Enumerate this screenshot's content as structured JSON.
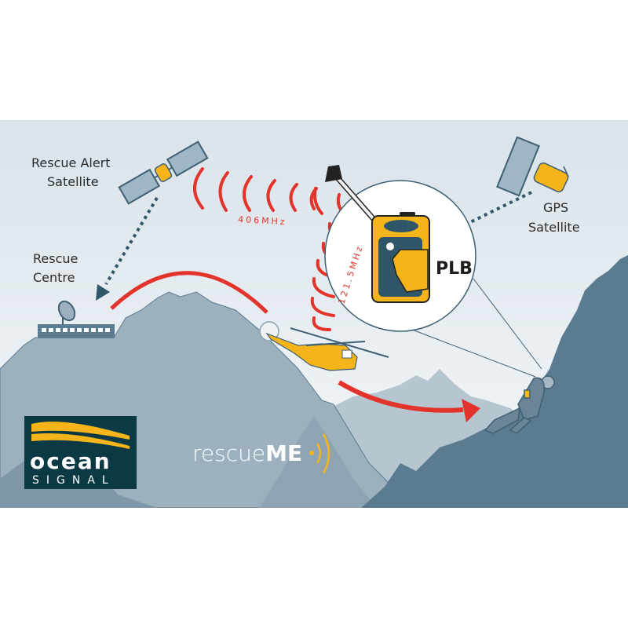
{
  "labels": {
    "rescue_alert_line1": "Rescue Alert",
    "rescue_alert_line2": "Satellite",
    "rescue_centre_line1": "Rescue",
    "rescue_centre_line2": "Centre",
    "gps_line1": "GPS",
    "gps_line2": "Satellite",
    "plb": "PLB",
    "freq_406": "406MHz",
    "freq_121": "121.5MHz"
  },
  "logos": {
    "ocean_signal_word1": "ocean",
    "ocean_signal_word2": "SIGNAL",
    "rescueme_light": "rescue",
    "rescueme_bold": "ME"
  },
  "colors": {
    "signal_red": "#e2342b",
    "accent_yellow": "#f5b51a",
    "dark_teal": "#0b3a45",
    "mountain_dark": "#5b7b90",
    "mountain_mid": "#9cb0be"
  }
}
